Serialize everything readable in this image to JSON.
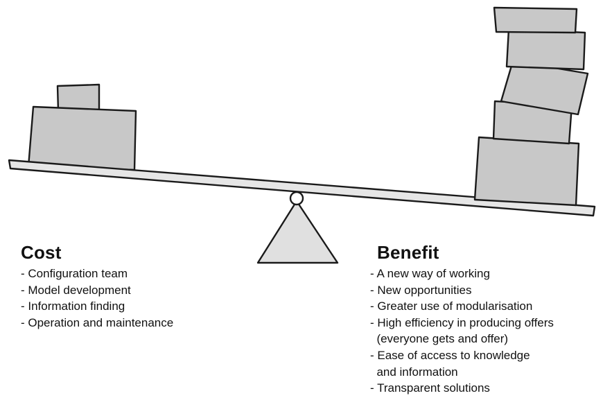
{
  "cost": {
    "title": "Cost",
    "items": [
      "- Configuration team",
      "- Model development",
      "- Information finding",
      "- Operation and maintenance"
    ]
  },
  "benefit": {
    "title": "Benefit",
    "items": [
      "- A new way of working",
      "- New opportunities",
      "- Greater use of modularisation",
      "- High efficiency in producing offers",
      "  (everyone gets and offer)",
      "- Ease of access to knowledge",
      "  and information",
      "- Transparent solutions"
    ]
  },
  "colors": {
    "box_fill": "#c8c8c8",
    "outline": "#1a1a1a",
    "plank_fill": "#e6e6e6",
    "fulcrum_fill": "#e0e0e0"
  }
}
